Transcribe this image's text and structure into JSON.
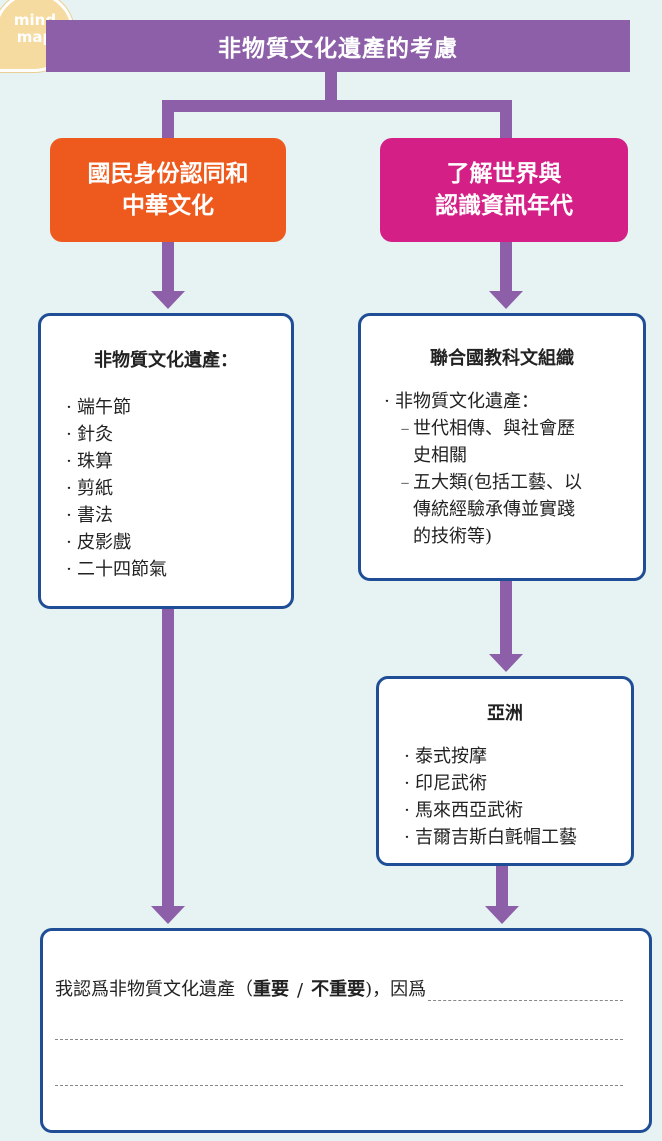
{
  "badge": {
    "line1": "mind",
    "line2": "map"
  },
  "title": "非物質文化遺產的考慮",
  "categories": {
    "left": {
      "line1": "國民身份認同和",
      "line2": "中華文化"
    },
    "right": {
      "line1": "了解世界與",
      "line2": "認識資訊年代"
    }
  },
  "box_a": {
    "heading": "非物質文化遺產：",
    "items": [
      "端午節",
      "針灸",
      "珠算",
      "剪紙",
      "書法",
      "皮影戲",
      "二十四節氣"
    ]
  },
  "box_b": {
    "heading": "聯合國教科文組織",
    "bullet": "非物質文化遺產：",
    "sub1_lines": [
      "世代相傳、與社會歷",
      "史相關"
    ],
    "sub2_lines": [
      "五大類(包括工藝、以",
      "傳統經驗承傳並實踐",
      "的技術等)"
    ]
  },
  "box_c": {
    "heading": "亞洲",
    "items": [
      "泰式按摩",
      "印尼武術",
      "馬來西亞武術",
      "吉爾吉斯白氈帽工藝"
    ]
  },
  "box_d": {
    "prefix": "我認爲非物質文化遺產（",
    "option1": "重要",
    "separator": "/",
    "option2": "不重要",
    "suffix": ")，因爲"
  },
  "colors": {
    "purple": "#8c5fa8",
    "orange": "#ee5a1e",
    "magenta": "#d41f86",
    "navy": "#1f4e96",
    "background": "#e6f3f2"
  }
}
